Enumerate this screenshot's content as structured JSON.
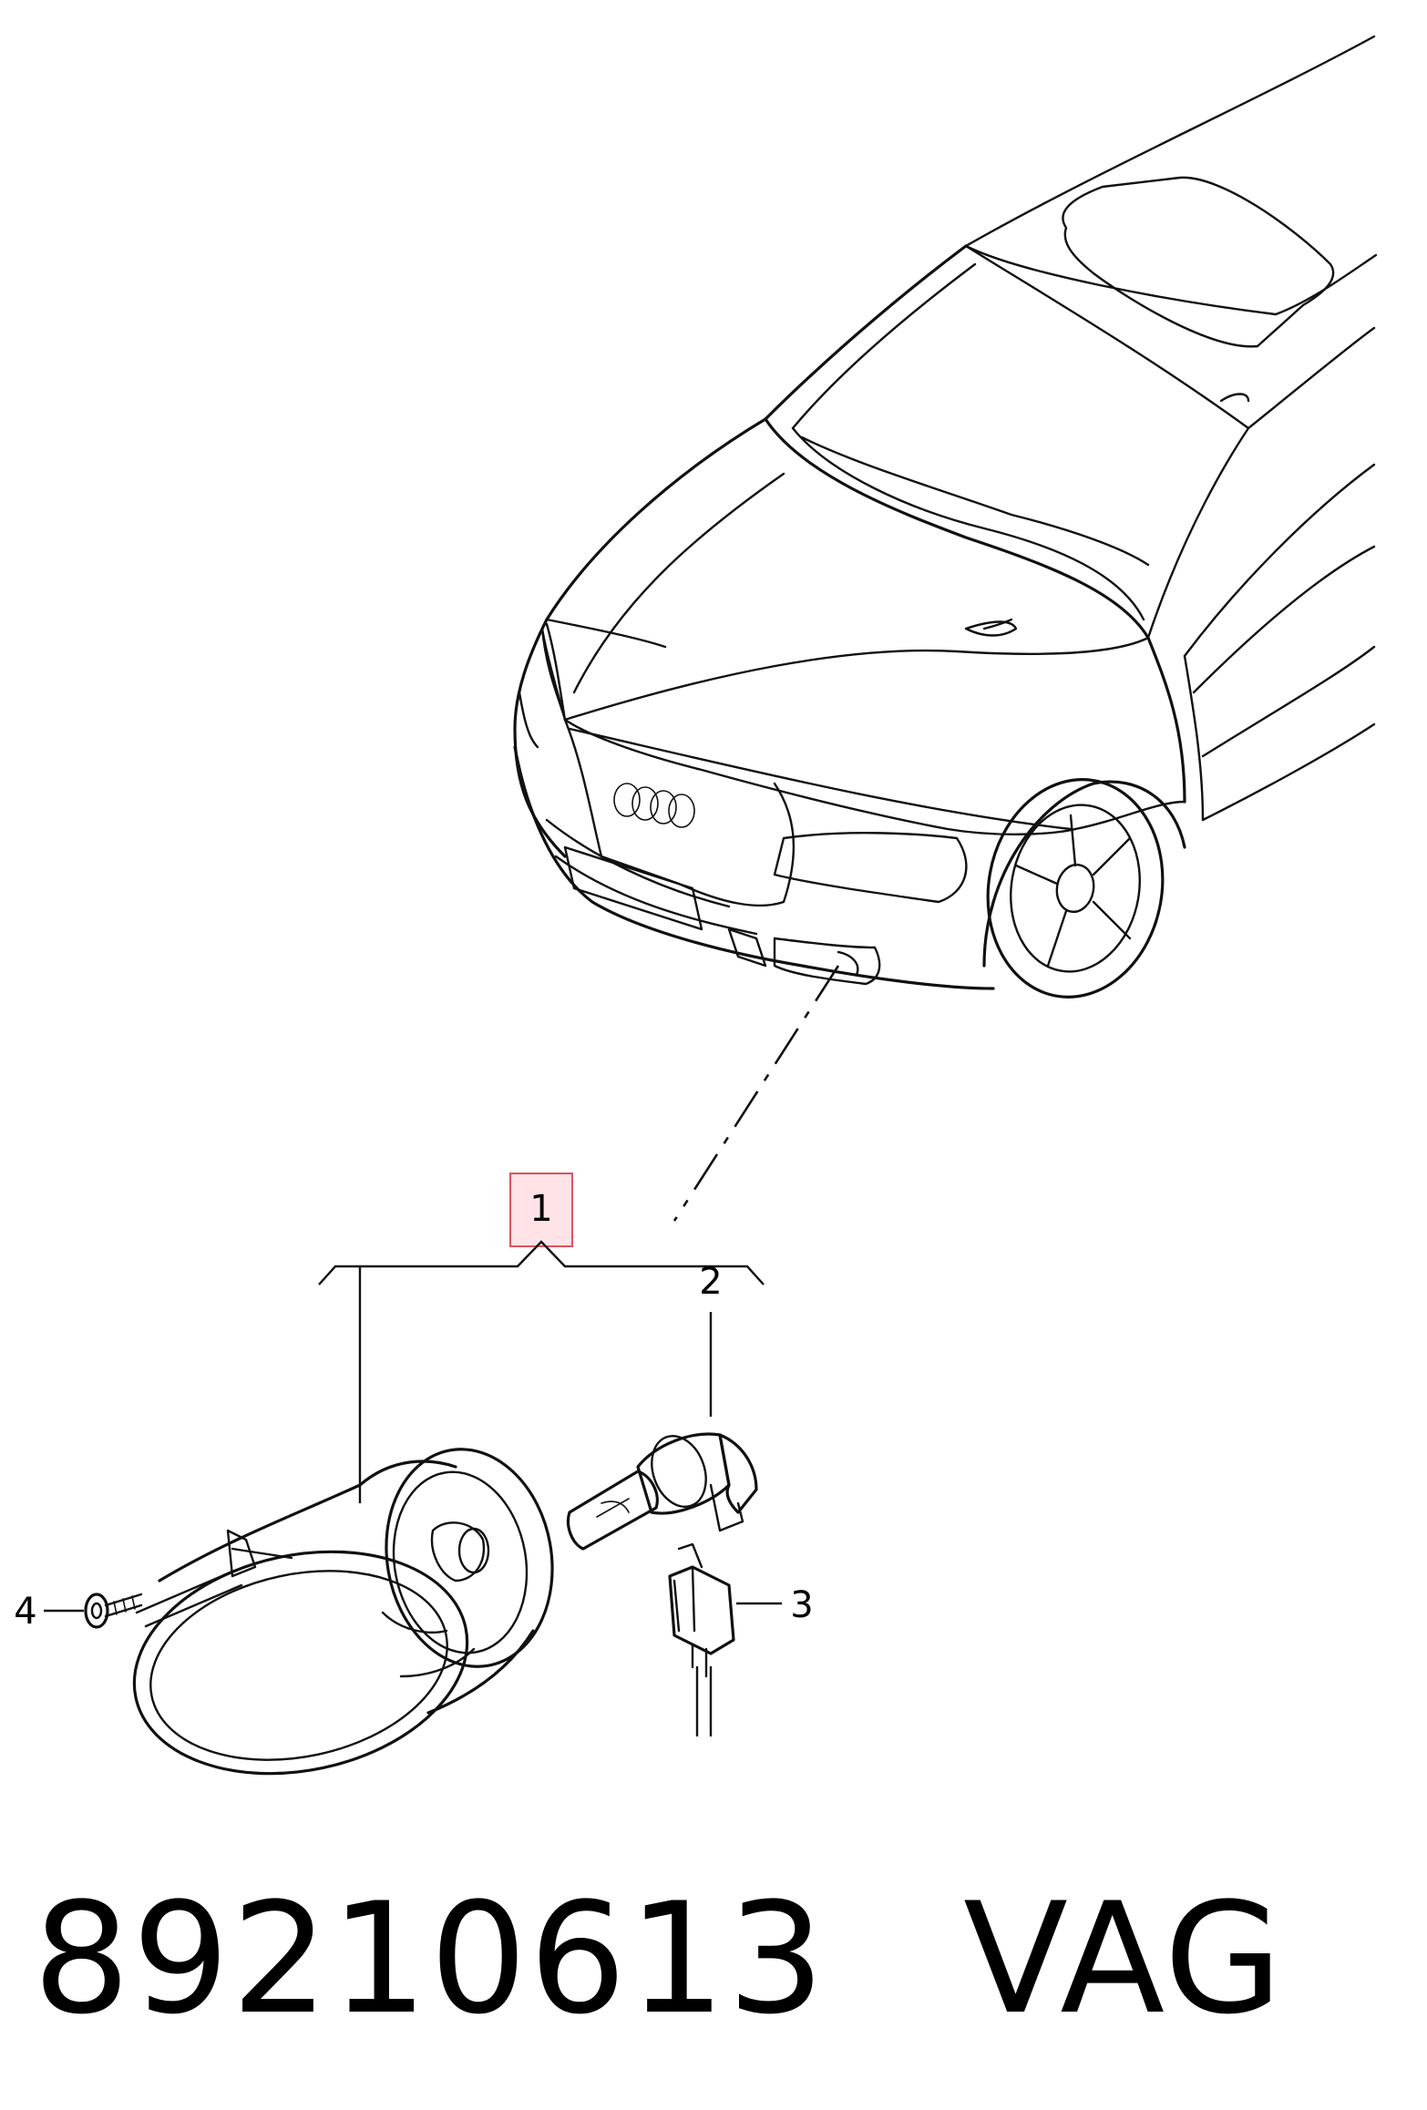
{
  "callouts": [
    {
      "id": "1",
      "label": "1"
    },
    {
      "id": "2",
      "label": "2"
    },
    {
      "id": "3",
      "label": "3"
    },
    {
      "id": "4",
      "label": "4"
    }
  ],
  "footer": {
    "part_number": "89210613",
    "brand": "VAG"
  },
  "colors": {
    "line": "#111111",
    "highlight_fill": "#ffe3e6",
    "highlight_stroke": "#e0525e"
  }
}
